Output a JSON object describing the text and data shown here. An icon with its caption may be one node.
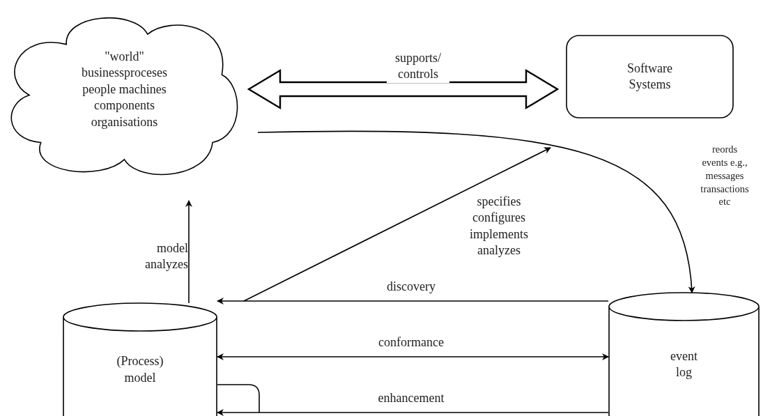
{
  "diagram": {
    "nodes": [
      {
        "text": [
          "\"world\" businessproceses people machines components organisations"
        ]
      },
      {
        "text": [
          "Software Systems"
        ]
      },
      {
        "text": [
          "(Process) model"
        ]
      },
      {
        "text": [
          "event log"
        ]
      }
    ],
    "edges": [
      {
        "from": 0,
        "to": 1,
        "arrow": "both",
        "label": "supports/ controls",
        "style": "thick"
      },
      {
        "from": 0,
        "to": 3,
        "arrow": "to",
        "label": "reords events e.g., messages transactions etc"
      },
      {
        "from": 2,
        "to": 0,
        "arrow": "to",
        "label": "model analyzes"
      },
      {
        "from": 2,
        "to": null,
        "arrow": "to",
        "label": "specifies configures implements analyzes"
      },
      {
        "from": 3,
        "to": 2,
        "arrow": "to",
        "label": "discovery"
      },
      {
        "from": 2,
        "to": 3,
        "arrow": "both",
        "label": "conformance"
      },
      {
        "from": 3,
        "to": 2,
        "arrow": "to",
        "label": "enhancement"
      }
    ]
  }
}
